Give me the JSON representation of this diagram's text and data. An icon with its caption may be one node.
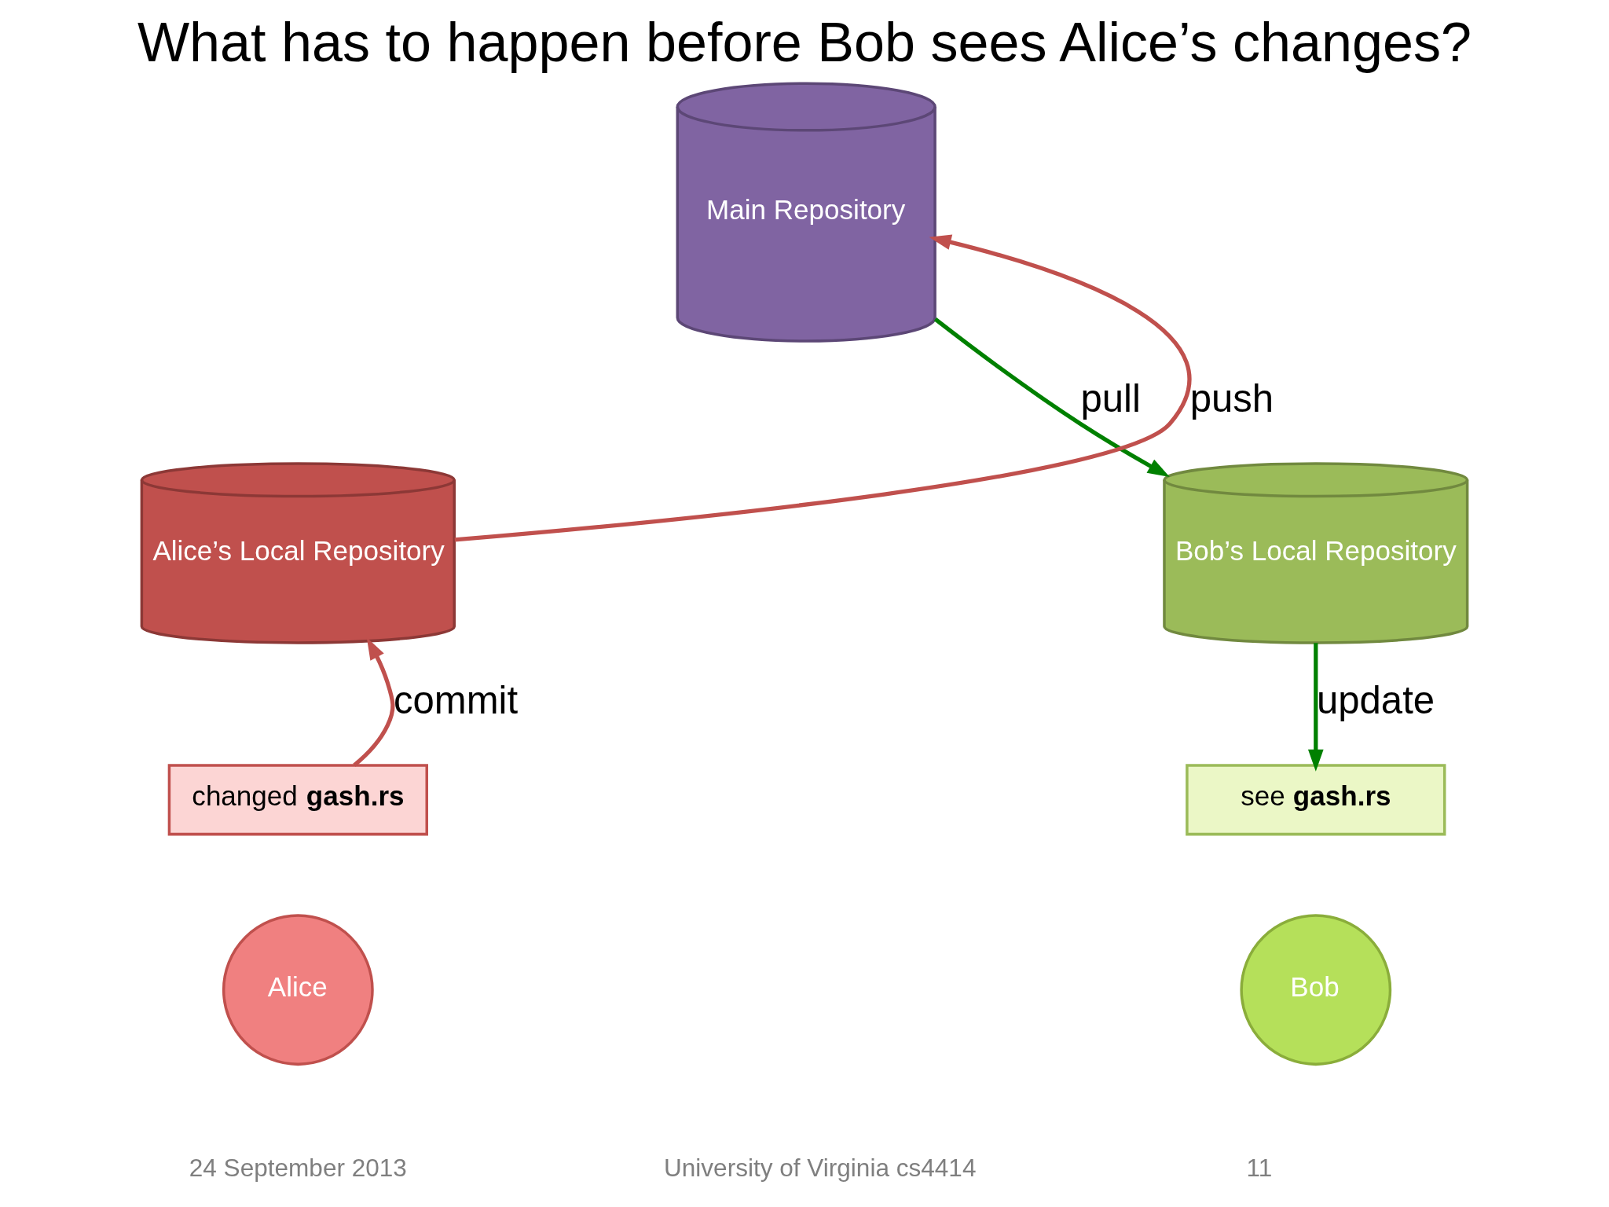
{
  "diagram": {
    "title": "What has to happen before Bob sees Alice’s changes?",
    "nodes": [
      {
        "text": [
          "Main Repository"
        ]
      },
      {
        "text": [
          "Alice’s Local Repository"
        ]
      },
      {
        "text": [
          "Bob’s Local Repository"
        ]
      },
      {
        "text": [
          "changed **gash.rs**"
        ]
      },
      {
        "text": [
          "see **gash.rs**"
        ]
      },
      {
        "text": [
          "Alice"
        ]
      },
      {
        "text": [
          "Bob"
        ]
      }
    ],
    "edges": [
      {
        "from": 3,
        "to": 1,
        "arrow": "to",
        "label": "commit",
        "color": "#c0504d"
      },
      {
        "from": 1,
        "to": 0,
        "arrow": "to",
        "label": "push",
        "color": "#c0504d"
      },
      {
        "from": 0,
        "to": 2,
        "arrow": "to",
        "label": "pull",
        "color": "#008000"
      },
      {
        "from": 2,
        "to": 4,
        "arrow": "to",
        "label": "update",
        "color": "#008000"
      }
    ],
    "labels": [
      "24 September 2013",
      "University of Virginia cs4414",
      "11"
    ]
  }
}
